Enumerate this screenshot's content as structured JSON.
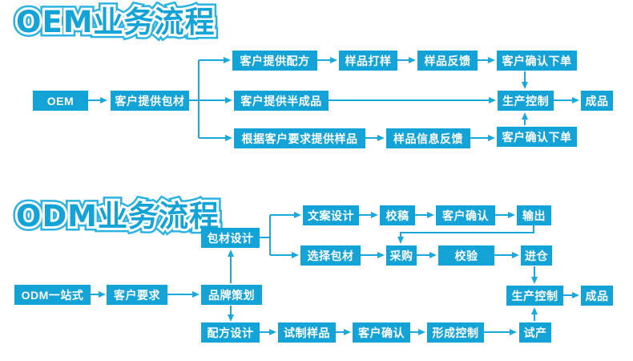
{
  "colors": {
    "accent": "#14a3d6",
    "arrow": "#1ba8db",
    "title-outer": "#2ab3e2",
    "box_text": "#ffffff",
    "background": "#ffffff"
  },
  "oem": {
    "title": "OEM业务流程",
    "nodes": {
      "oem": "OEM",
      "kehu_baocai": "客户提供包材",
      "peifang": "客户提供配方",
      "dayang": "样品打样",
      "fankui": "样品反馈",
      "queren_top": "客户确认下单",
      "bancheng": "客户提供半成品",
      "genju": "根据客户要求提供样品",
      "xinxi_fankui": "样品信息反馈",
      "queren_bottom": "客户确认下单",
      "shengchan": "生产控制",
      "chengpin": "成品"
    }
  },
  "odm": {
    "title": "ODM业务流程",
    "nodes": {
      "odm": "ODM一站式",
      "yaoqiu": "客户要求",
      "pinpai": "品牌策划",
      "baocai_sheji": "包材设计",
      "wenan": "文案设计",
      "jiaogao": "校稿",
      "queren_a": "客户确认",
      "shuchu": "输出",
      "xuanze": "选择包材",
      "caigou": "采购",
      "jiaoyan": "校验",
      "jincang": "进仓",
      "peifang_sheji": "配方设计",
      "shizhi": "试制样品",
      "queren_b": "客户确认",
      "xingcheng": "形成控制",
      "shichan": "试产",
      "shengchan": "生产控制",
      "chengpin": "成品"
    }
  }
}
